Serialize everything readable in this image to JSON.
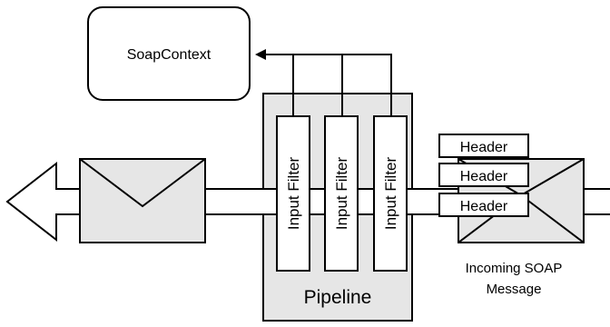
{
  "diagram": {
    "soap_context_label": "SoapContext",
    "pipeline_label": "Pipeline",
    "filters": [
      {
        "label": "Input Filter"
      },
      {
        "label": "Input Filter"
      },
      {
        "label": "Input Filter"
      }
    ],
    "headers": [
      {
        "label": "Header"
      },
      {
        "label": "Header"
      },
      {
        "label": "Header"
      }
    ],
    "incoming_label_line1": "Incoming SOAP",
    "incoming_label_line2": "Message",
    "colors": {
      "stroke": "#000000",
      "pipeline_fill": "#e6e6e6",
      "envelope_fill": "#e6e6e6",
      "background": "#ffffff"
    }
  }
}
